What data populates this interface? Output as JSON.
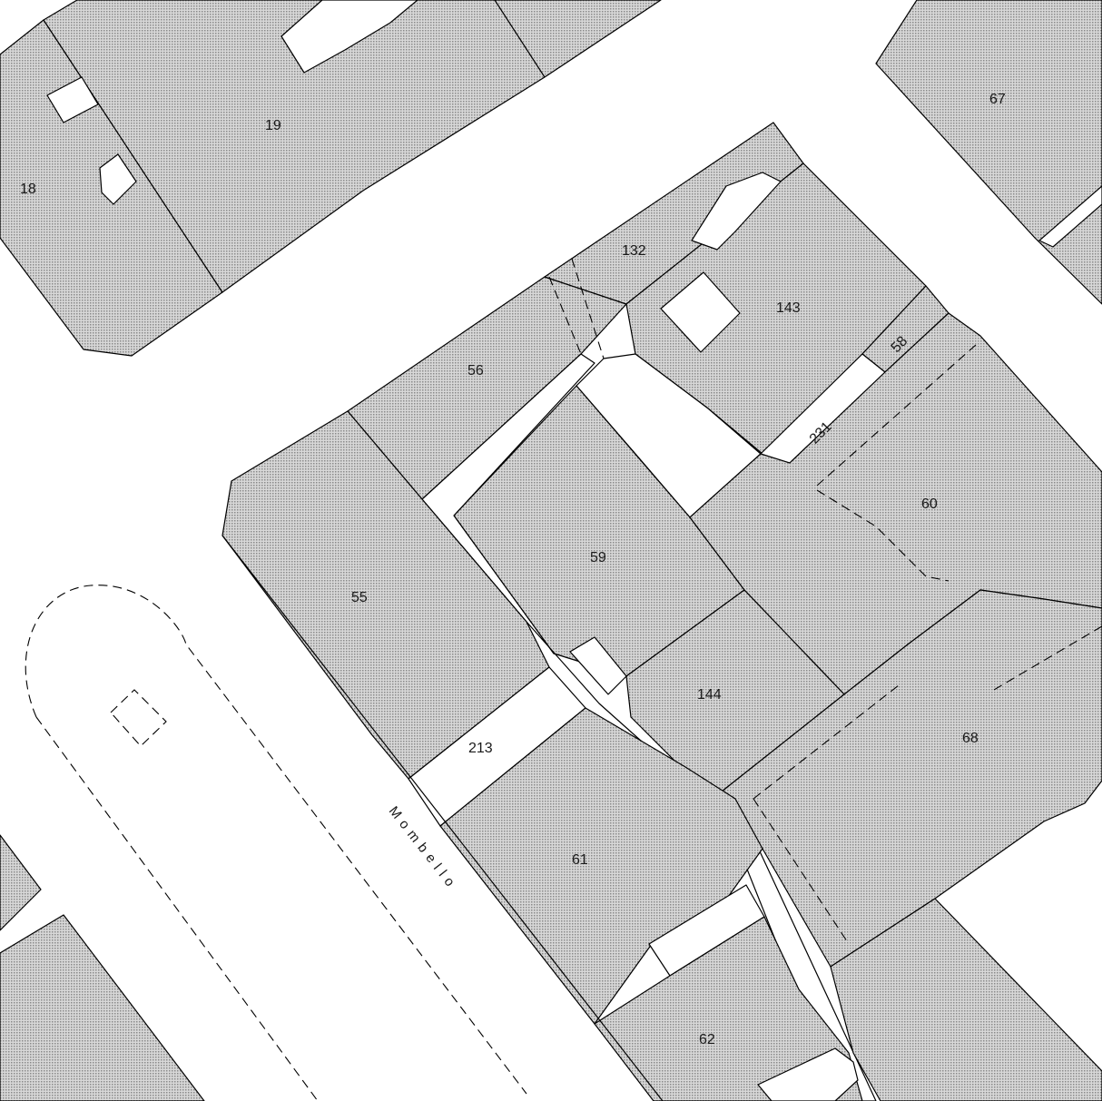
{
  "map": {
    "parcels": [
      {
        "id": "p18",
        "number": "18"
      },
      {
        "id": "p19",
        "number": "19"
      },
      {
        "id": "p67",
        "number": "67"
      },
      {
        "id": "p132",
        "number": "132"
      },
      {
        "id": "p143",
        "number": "143"
      },
      {
        "id": "p56",
        "number": "56"
      },
      {
        "id": "p58",
        "number": "58"
      },
      {
        "id": "p231",
        "number": "231"
      },
      {
        "id": "p59",
        "number": "59"
      },
      {
        "id": "p60",
        "number": "60"
      },
      {
        "id": "p55",
        "number": "55"
      },
      {
        "id": "p144",
        "number": "144"
      },
      {
        "id": "p68",
        "number": "68"
      },
      {
        "id": "p213",
        "number": "213"
      },
      {
        "id": "p61",
        "number": "61"
      },
      {
        "id": "p62",
        "number": "62"
      }
    ],
    "street_name": "Mombello",
    "colors": {
      "line": "#000000",
      "hatch": "#7a7a7a",
      "background": "#ffffff"
    }
  }
}
